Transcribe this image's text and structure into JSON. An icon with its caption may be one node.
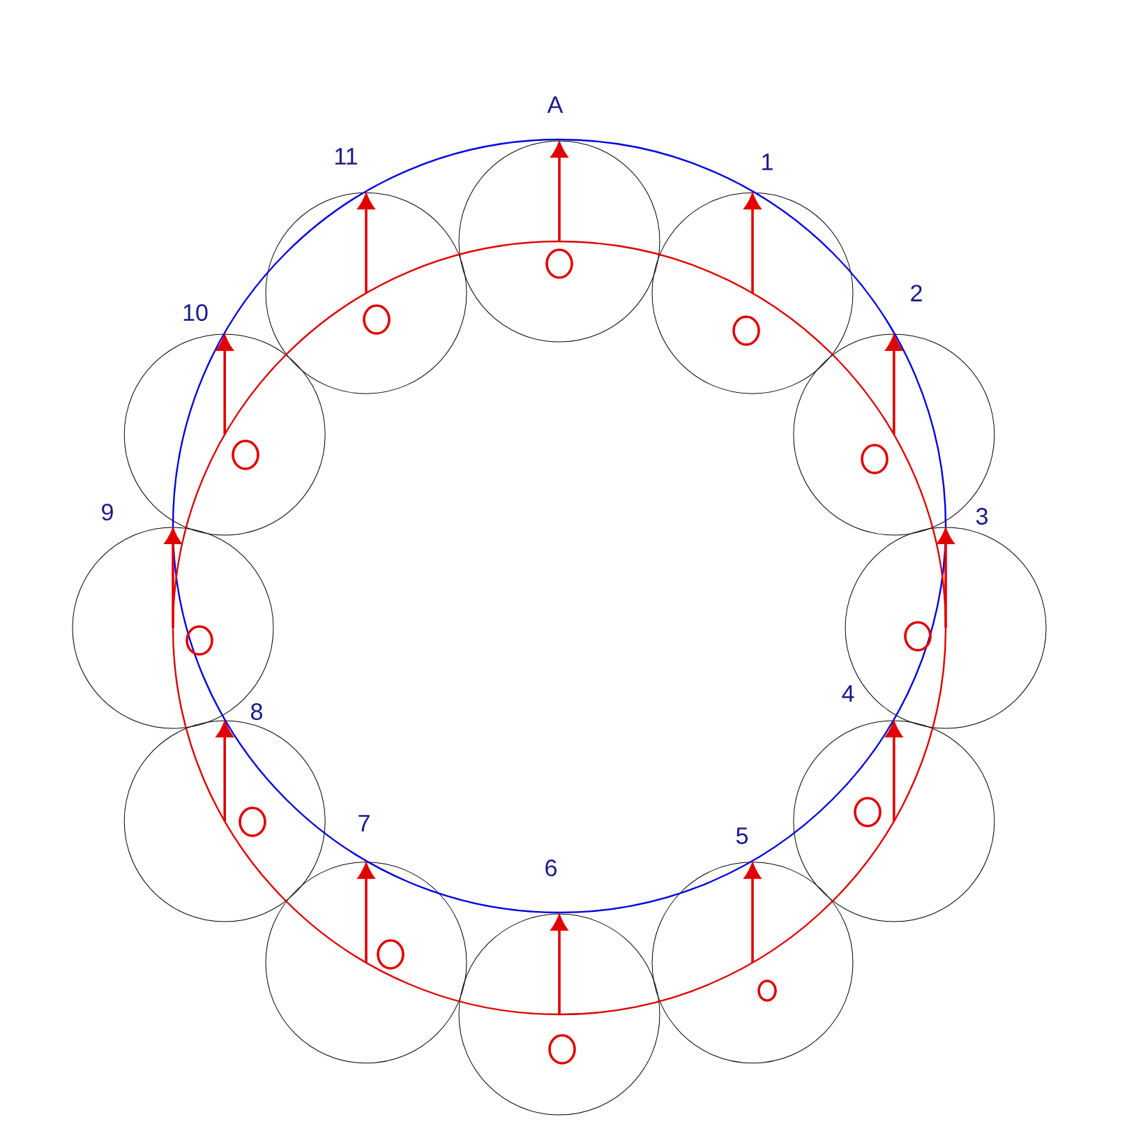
{
  "diagram": {
    "labels": [
      "A",
      "11",
      "1",
      "10",
      "2",
      "9",
      "3",
      "8",
      "4",
      "7",
      "5",
      "6"
    ]
  }
}
